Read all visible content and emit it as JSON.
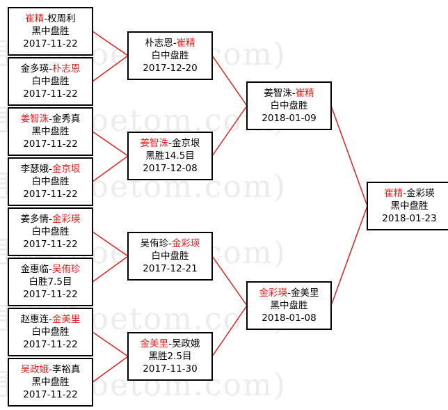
{
  "watermark": "围棋(hoetom.com)",
  "colors": {
    "winner": "#e02020",
    "line": "#e02020",
    "text": "#000000",
    "border": "#000000"
  },
  "matches": [
    {
      "id": "r1-1",
      "p1": "崔精",
      "p2": "权周利",
      "winner": 1,
      "result": "黑中盘胜",
      "date": "2017-11-22"
    },
    {
      "id": "r1-2",
      "p1": "金多瑛",
      "p2": "朴志恩",
      "winner": 2,
      "result": "白中盘胜",
      "date": "2017-11-22"
    },
    {
      "id": "r1-3",
      "p1": "姜智洙",
      "p2": "金秀真",
      "winner": 1,
      "result": "黑中盘胜",
      "date": "2017-11-22"
    },
    {
      "id": "r1-4",
      "p1": "李瑟娥",
      "p2": "金京垠",
      "winner": 2,
      "result": "白中盘胜",
      "date": "2017-11-22"
    },
    {
      "id": "r1-5",
      "p1": "姜多情",
      "p2": "金彩瑛",
      "winner": 2,
      "result": "白中盘胜",
      "date": "2017-11-22"
    },
    {
      "id": "r1-6",
      "p1": "金惠临",
      "p2": "吴侑珍",
      "winner": 2,
      "result": "白胜7.5目",
      "date": "2017-11-22"
    },
    {
      "id": "r1-7",
      "p1": "赵惠连",
      "p2": "金美里",
      "winner": 2,
      "result": "白中盘胜",
      "date": "2017-11-22"
    },
    {
      "id": "r1-8",
      "p1": "吴政娥",
      "p2": "李裕真",
      "winner": 1,
      "result": "黑中盘胜",
      "date": "2017-11-22"
    },
    {
      "id": "r2-1",
      "p1": "朴志恩",
      "p2": "崔精",
      "winner": 2,
      "result": "白中盘胜",
      "date": "2017-12-20"
    },
    {
      "id": "r2-2",
      "p1": "姜智洙",
      "p2": "金京垠",
      "winner": 1,
      "result": "黑胜14.5目",
      "date": "2017-12-08"
    },
    {
      "id": "r2-3",
      "p1": "吴侑珍",
      "p2": "金彩瑛",
      "winner": 2,
      "result": "白中盘胜",
      "date": "2017-12-21"
    },
    {
      "id": "r2-4",
      "p1": "金美里",
      "p2": "吴政娥",
      "winner": 1,
      "result": "黑胜2.5目",
      "date": "2017-11-30"
    },
    {
      "id": "sf-1",
      "p1": "姜智洙",
      "p2": "崔精",
      "winner": 2,
      "result": "白中盘胜",
      "date": "2018-01-09"
    },
    {
      "id": "sf-2",
      "p1": "金彩瑛",
      "p2": "金美里",
      "winner": 1,
      "result": "黑中盘胜",
      "date": "2018-01-08"
    },
    {
      "id": "final",
      "p1": "崔精",
      "p2": "金彩瑛",
      "winner": 1,
      "result": "黑中盘胜",
      "date": "2018-01-23"
    }
  ]
}
